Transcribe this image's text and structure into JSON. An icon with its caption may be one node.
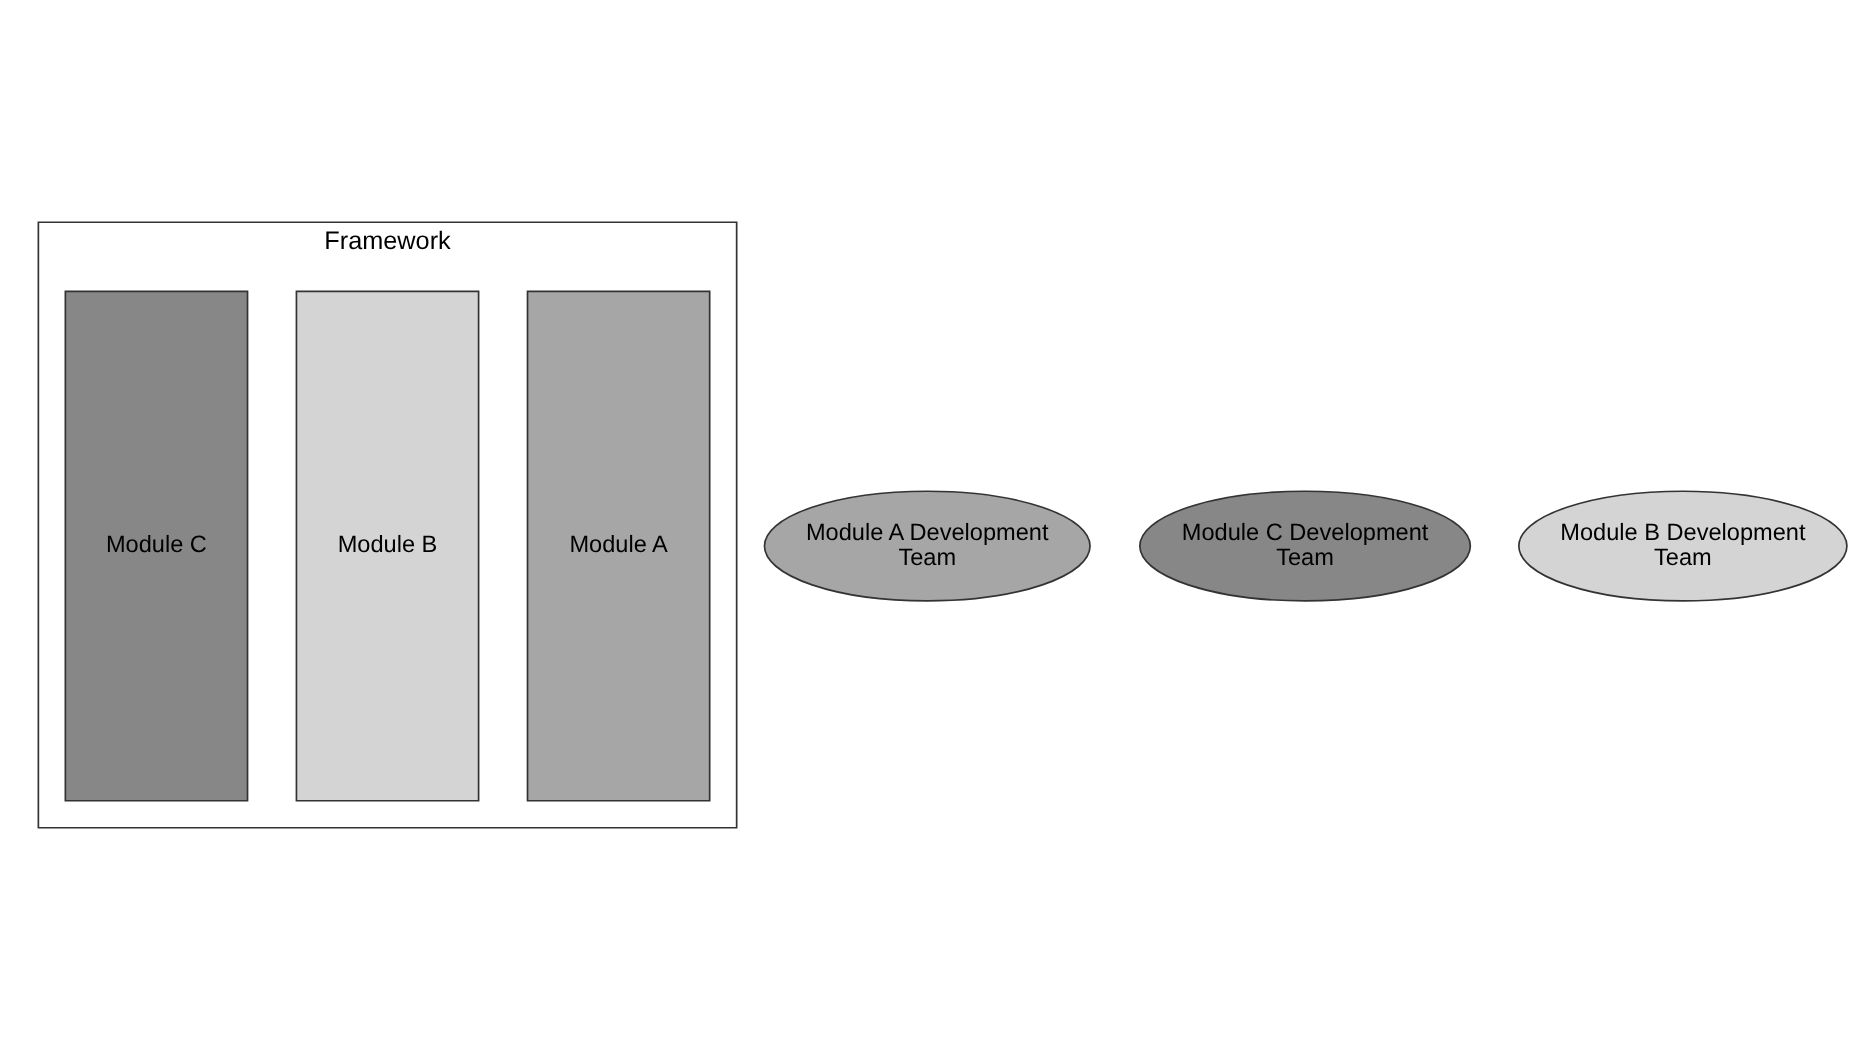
{
  "diagram": {
    "nodes": [
      {
        "text": [
          "Framework"
        ]
      },
      {
        "text": [
          "Module A"
        ],
        "in": 0
      },
      {
        "text": [
          "Module B"
        ],
        "in": 0
      },
      {
        "text": [
          "Module C"
        ],
        "in": 0
      },
      {
        "text": [
          "Module A Development Team"
        ]
      },
      {
        "text": [
          "Module C Development Team"
        ]
      },
      {
        "text": [
          "Module B Development Team"
        ]
      }
    ],
    "edges": []
  }
}
